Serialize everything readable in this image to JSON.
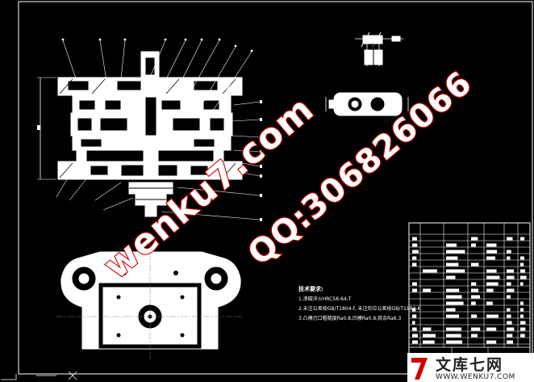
{
  "watermark": {
    "site": "wenku7.com",
    "qq": "QQ:306826066"
  },
  "notes": {
    "title": "技术要求:",
    "lines": [
      "1.渗碳淬火HRC58-64,T",
      "2.未注公差按GB/T1804-f,  未注形位公差按GB/T1184-K",
      "3.凸模刃口粗糙度Ra0.8,凹模Ra0.8,其余Ra6.3"
    ]
  },
  "logo": {
    "name": "文库七网",
    "url": "WWW.WENKU7.COM",
    "mark": "7"
  },
  "colors": {
    "background": "#000000",
    "lines": "#ffffff",
    "watermark_outline": "#cc0000",
    "logo_red": "#d40000"
  }
}
